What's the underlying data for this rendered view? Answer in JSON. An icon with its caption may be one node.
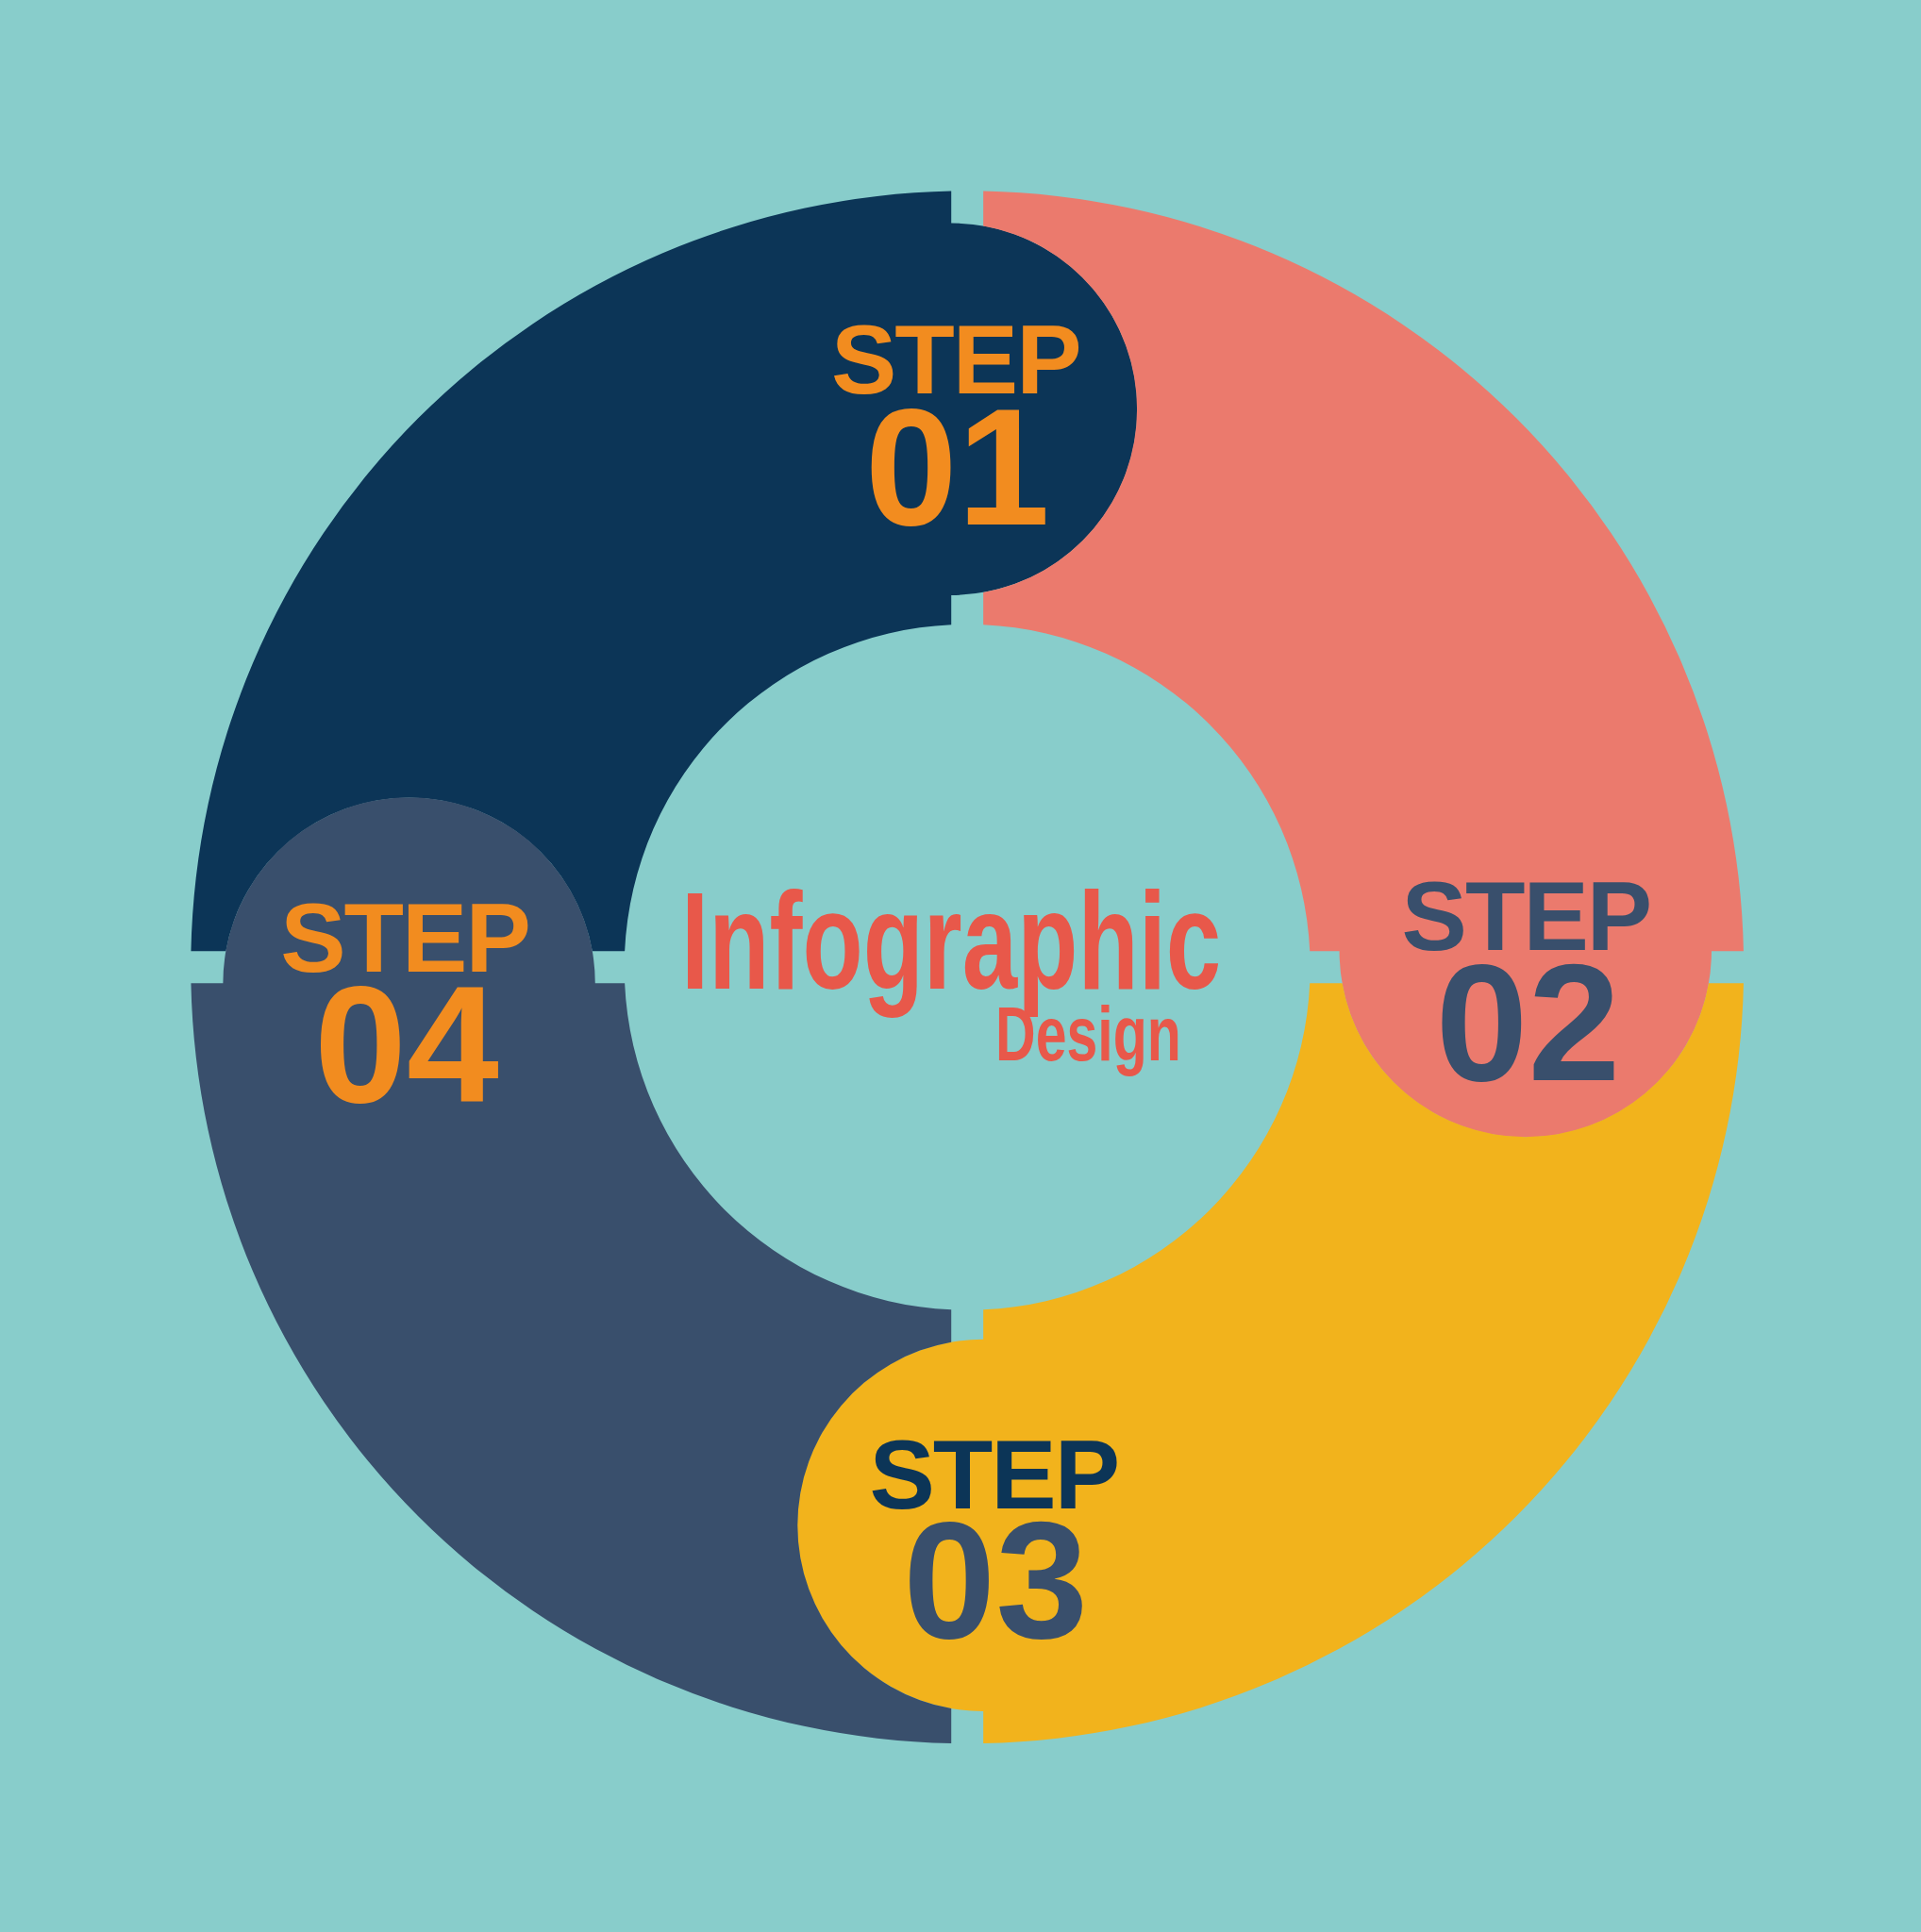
{
  "diagram": {
    "nodes": [
      {
        "text": [
          "STEP",
          "01"
        ]
      },
      {
        "text": [
          "STEP",
          "02"
        ]
      },
      {
        "text": [
          "STEP",
          "03"
        ]
      },
      {
        "text": [
          "STEP",
          "04"
        ]
      }
    ],
    "labels": [
      "Infographic",
      "Design"
    ]
  }
}
